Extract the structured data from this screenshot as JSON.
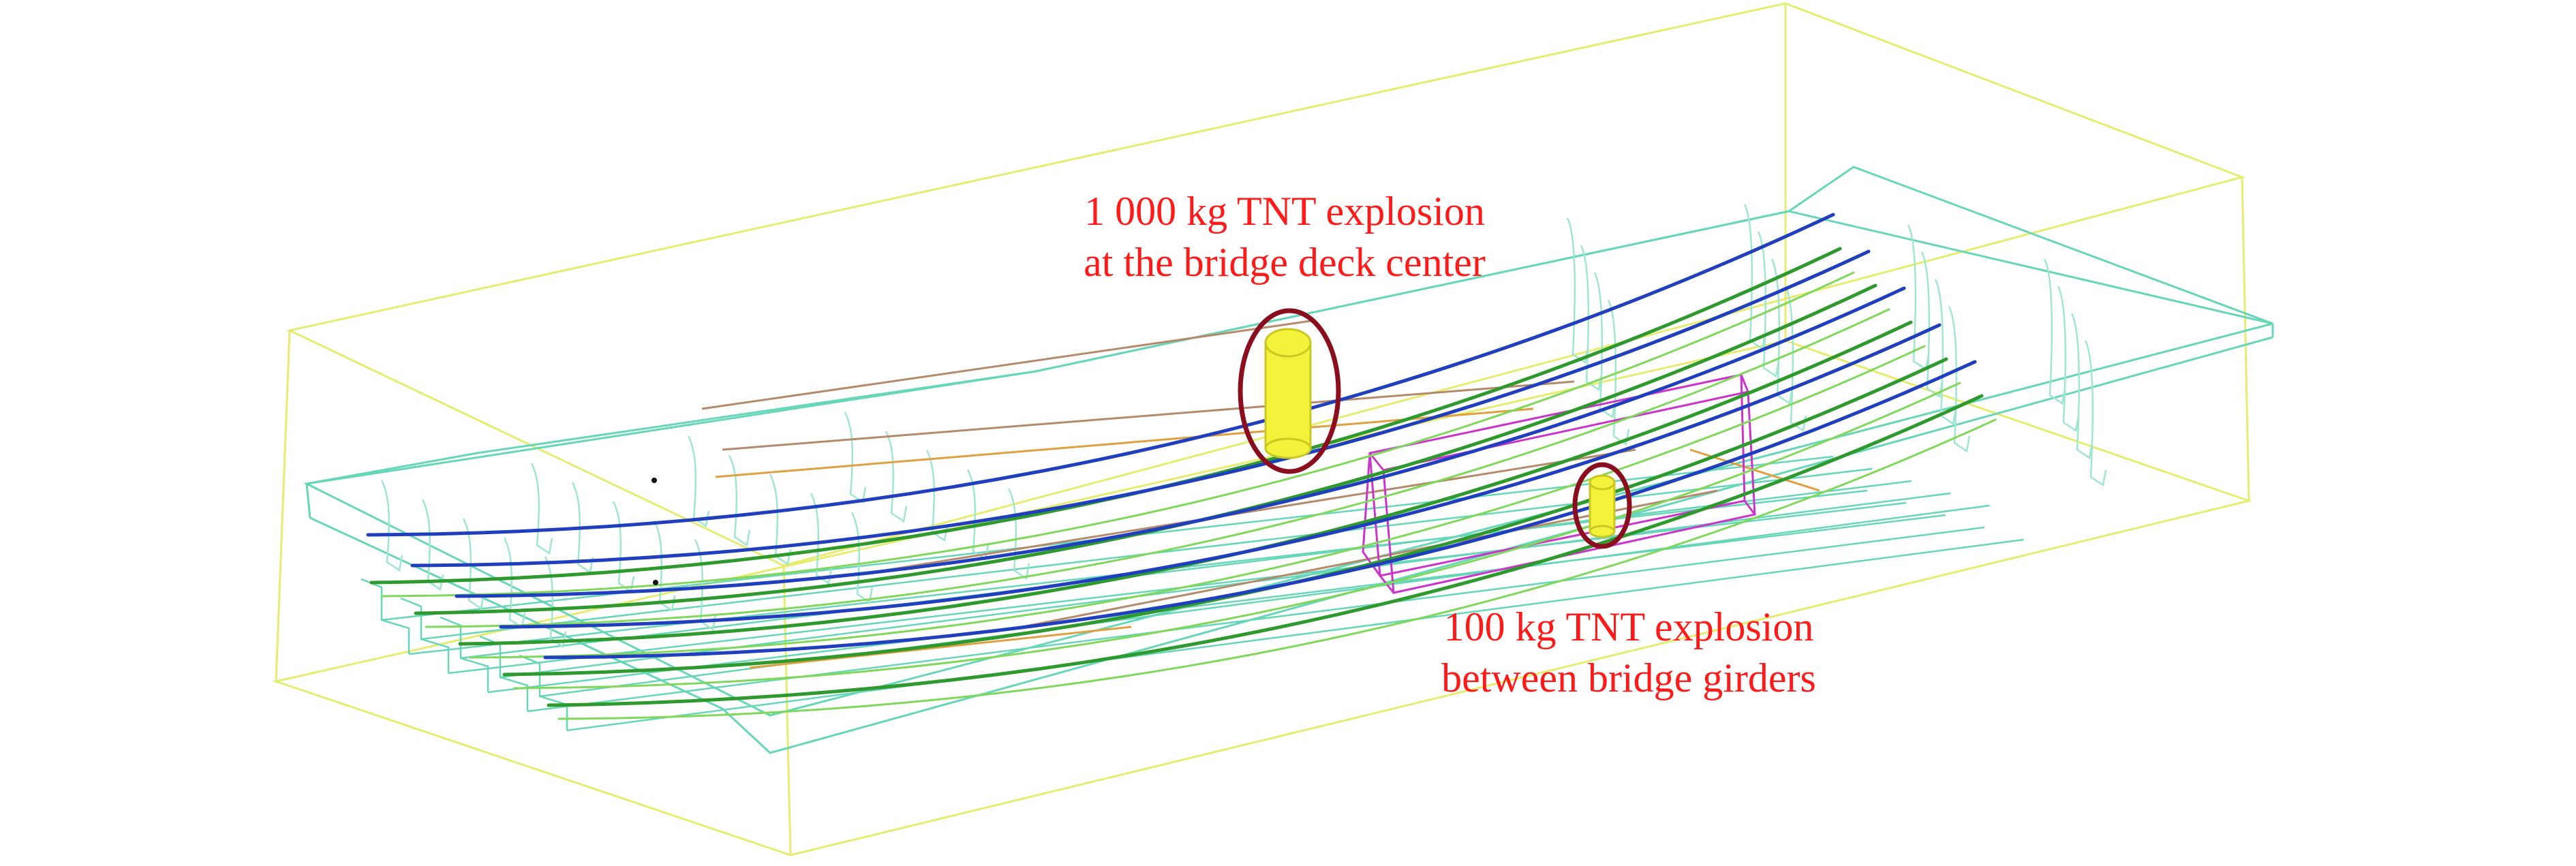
{
  "annotations": {
    "charge_large": {
      "line1": "1 000 kg TNT explosion",
      "line2": "at the bridge deck center"
    },
    "charge_small": {
      "line1": "100 kg TNT explosion",
      "line2": "between bridge girders"
    }
  },
  "colors": {
    "air_domain": "#e6ec6e",
    "girder_outline": "#66d6b8",
    "girder_outline_light": "#9fe6cf",
    "tendon_blue": "#1f3fbf",
    "tendon_green": "#2e9a2e",
    "tendon_light_green": "#7fd85a",
    "diaphragm_brown": "#b58a6a",
    "diaphragm_orange": "#e0a040",
    "zone_magenta": "#cc33cc",
    "charge_fill": "#f2f23a",
    "charge_stroke": "#c8c820",
    "marker_ring": "#8b0e1e",
    "label_text": "#ff1a1a"
  }
}
